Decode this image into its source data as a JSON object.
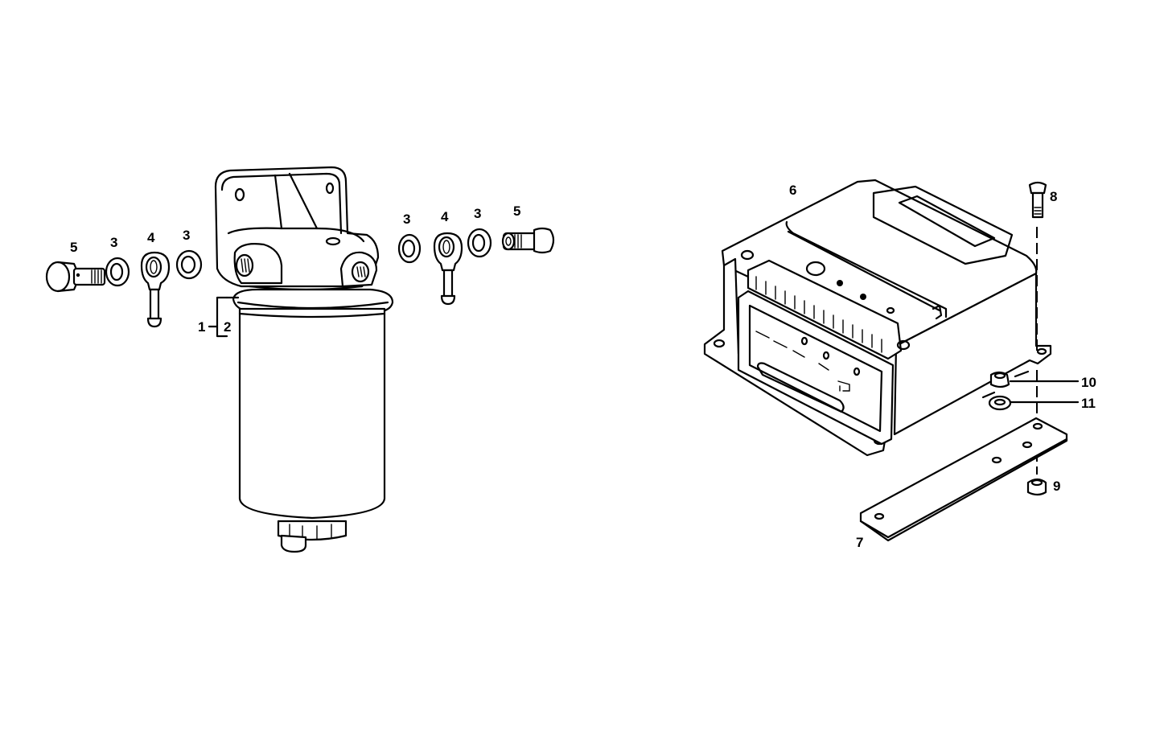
{
  "diagram": {
    "type": "exploded-parts-diagram",
    "background": "#ffffff",
    "line_color": "#000000",
    "assemblies": [
      {
        "name": "fuel-filter-assembly",
        "callouts": [
          {
            "id": "c1",
            "label": "1",
            "part": "filter-assembly"
          },
          {
            "id": "c2",
            "label": "2",
            "part": "filter-cartridge"
          },
          {
            "id": "c3a",
            "label": "3",
            "part": "sealing-washer"
          },
          {
            "id": "c3b",
            "label": "3",
            "part": "sealing-washer"
          },
          {
            "id": "c3c",
            "label": "3",
            "part": "sealing-washer"
          },
          {
            "id": "c3d",
            "label": "3",
            "part": "sealing-washer"
          },
          {
            "id": "c4a",
            "label": "4",
            "part": "banjo-fitting"
          },
          {
            "id": "c4b",
            "label": "4",
            "part": "banjo-fitting"
          },
          {
            "id": "c5a",
            "label": "5",
            "part": "banjo-bolt"
          },
          {
            "id": "c5b",
            "label": "5",
            "part": "banjo-bolt"
          }
        ]
      },
      {
        "name": "control-unit-assembly",
        "callouts": [
          {
            "id": "c6",
            "label": "6",
            "part": "control-unit"
          },
          {
            "id": "c7",
            "label": "7",
            "part": "mounting-bracket"
          },
          {
            "id": "c8",
            "label": "8",
            "part": "bolt"
          },
          {
            "id": "c9",
            "label": "9",
            "part": "nut"
          },
          {
            "id": "c10",
            "label": "10",
            "part": "nut"
          },
          {
            "id": "c11",
            "label": "11",
            "part": "washer"
          }
        ]
      }
    ]
  },
  "labels": {
    "l1": "1",
    "l2": "2",
    "l3a": "3",
    "l3b": "3",
    "l3c": "3",
    "l3d": "3",
    "l4a": "4",
    "l4b": "4",
    "l5a": "5",
    "l5b": "5",
    "l6": "6",
    "l7": "7",
    "l8": "8",
    "l9": "9",
    "l10": "10",
    "l11": "11"
  }
}
